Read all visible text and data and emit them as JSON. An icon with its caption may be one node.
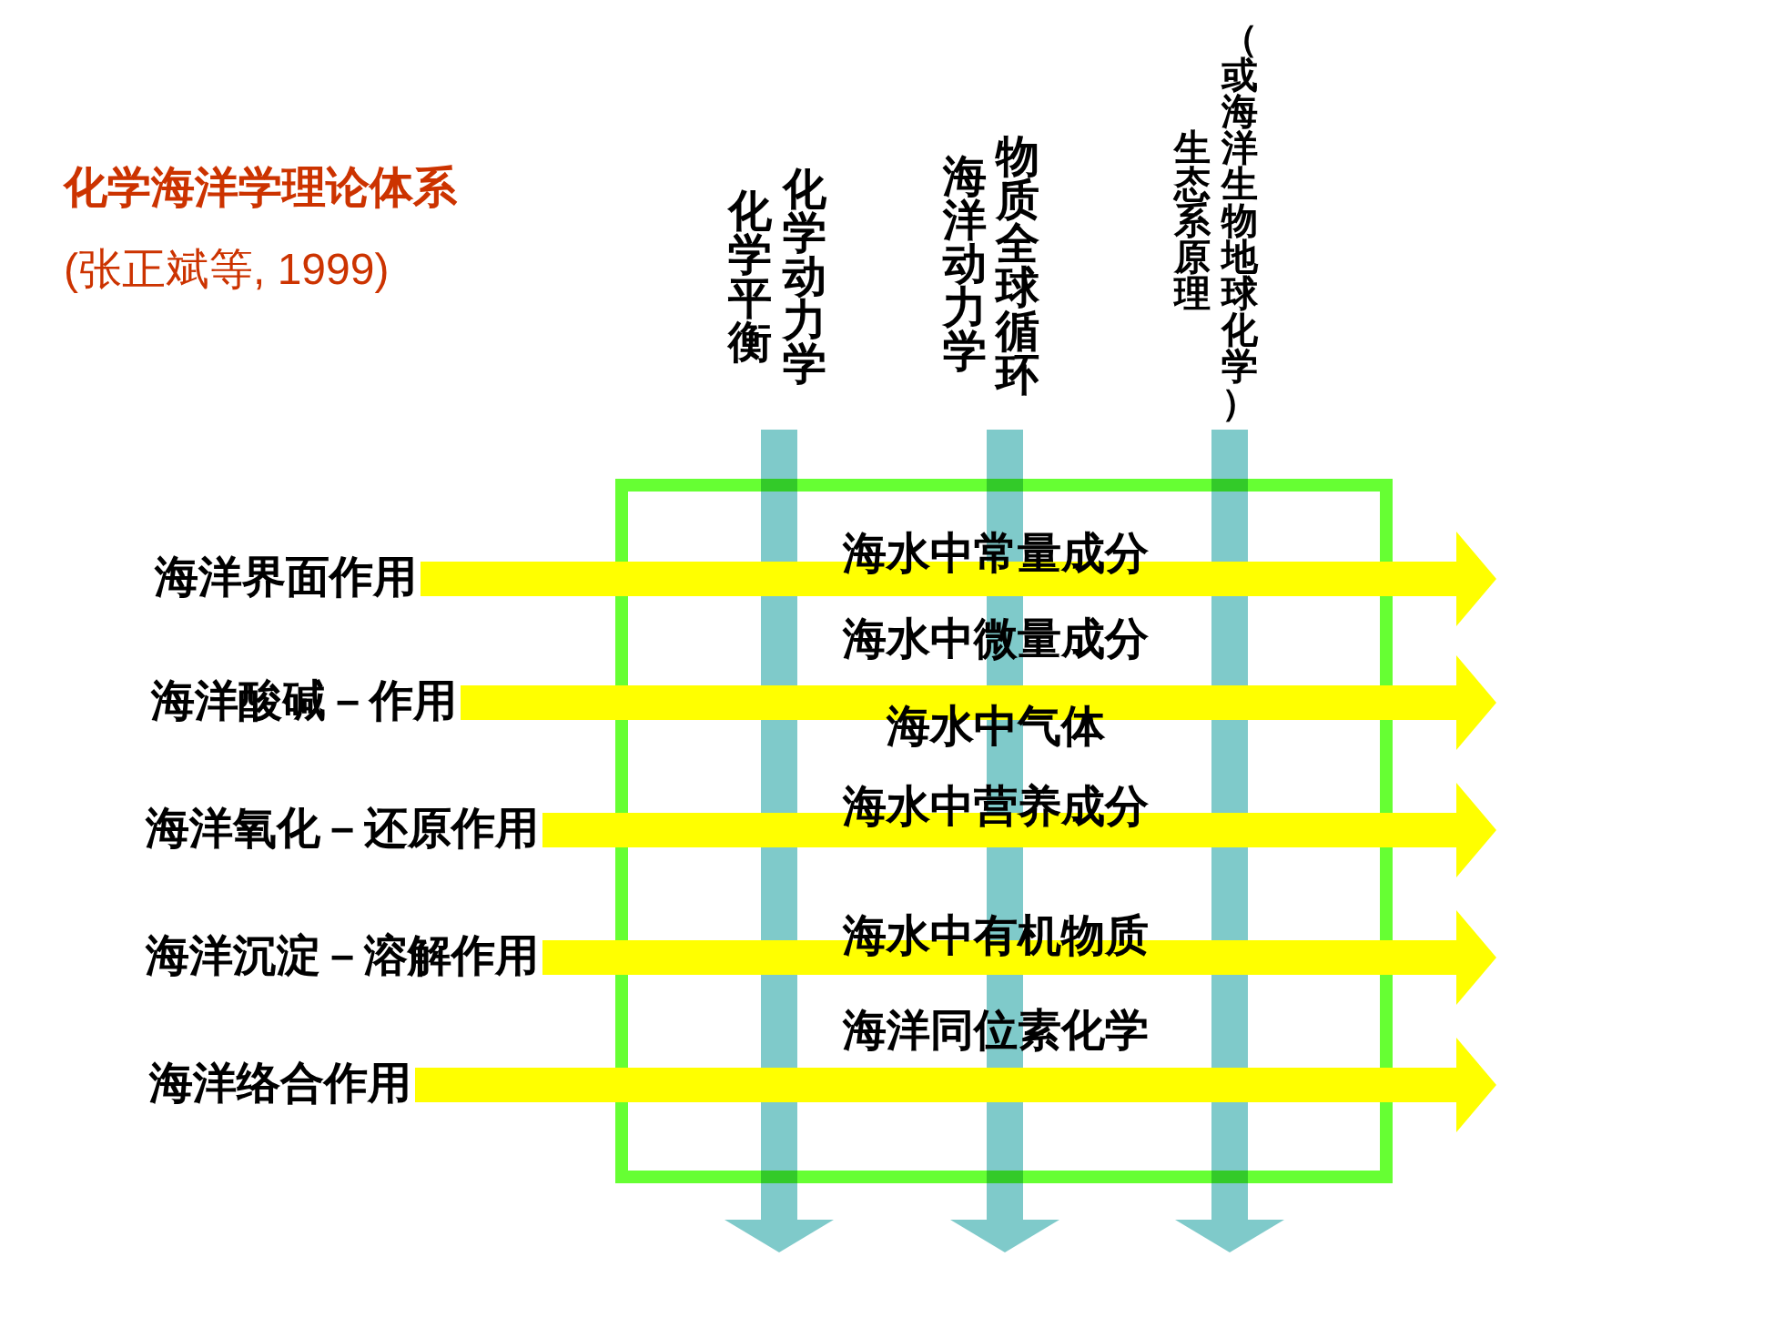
{
  "diagram": {
    "title": "化学海洋学理论体系",
    "nodes": [
      {
        "text": [
          "化学平衡",
          "化学动力学"
        ]
      },
      {
        "text": [
          "海洋动力学",
          "物质全球循环"
        ]
      },
      {
        "text": [
          "生态系原理",
          "（或海洋生物地球化学）"
        ]
      },
      {
        "text": [
          "海洋界面作用"
        ]
      },
      {
        "text": [
          "海洋酸碱－作用"
        ]
      },
      {
        "text": [
          "海洋氧化－还原作用"
        ]
      },
      {
        "text": [
          "海洋沉淀－溶解作用"
        ]
      },
      {
        "text": [
          "海洋络合作用"
        ]
      },
      {
        "text": [
          "海水中常量成分",
          "海水中微量成分",
          "海水中气体",
          "海水中营养成分",
          "海水中有机物质",
          "海洋同位素化学"
        ]
      }
    ],
    "edges": [
      {
        "from": 0,
        "to": 8,
        "arrow": "to",
        "color": "#7fcaca"
      },
      {
        "from": 1,
        "to": 8,
        "arrow": "to",
        "color": "#7fcaca"
      },
      {
        "from": 2,
        "to": 8,
        "arrow": "to",
        "color": "#7fcaca"
      },
      {
        "from": 3,
        "to": 8,
        "arrow": "to"
      },
      {
        "from": 4,
        "to": 8,
        "arrow": "to"
      },
      {
        "from": 5,
        "to": 8,
        "arrow": "to"
      },
      {
        "from": 6,
        "to": 8,
        "arrow": "to"
      },
      {
        "from": 7,
        "to": 8,
        "arrow": "to"
      }
    ],
    "labels": [
      "(张正斌等, 1999)"
    ]
  }
}
